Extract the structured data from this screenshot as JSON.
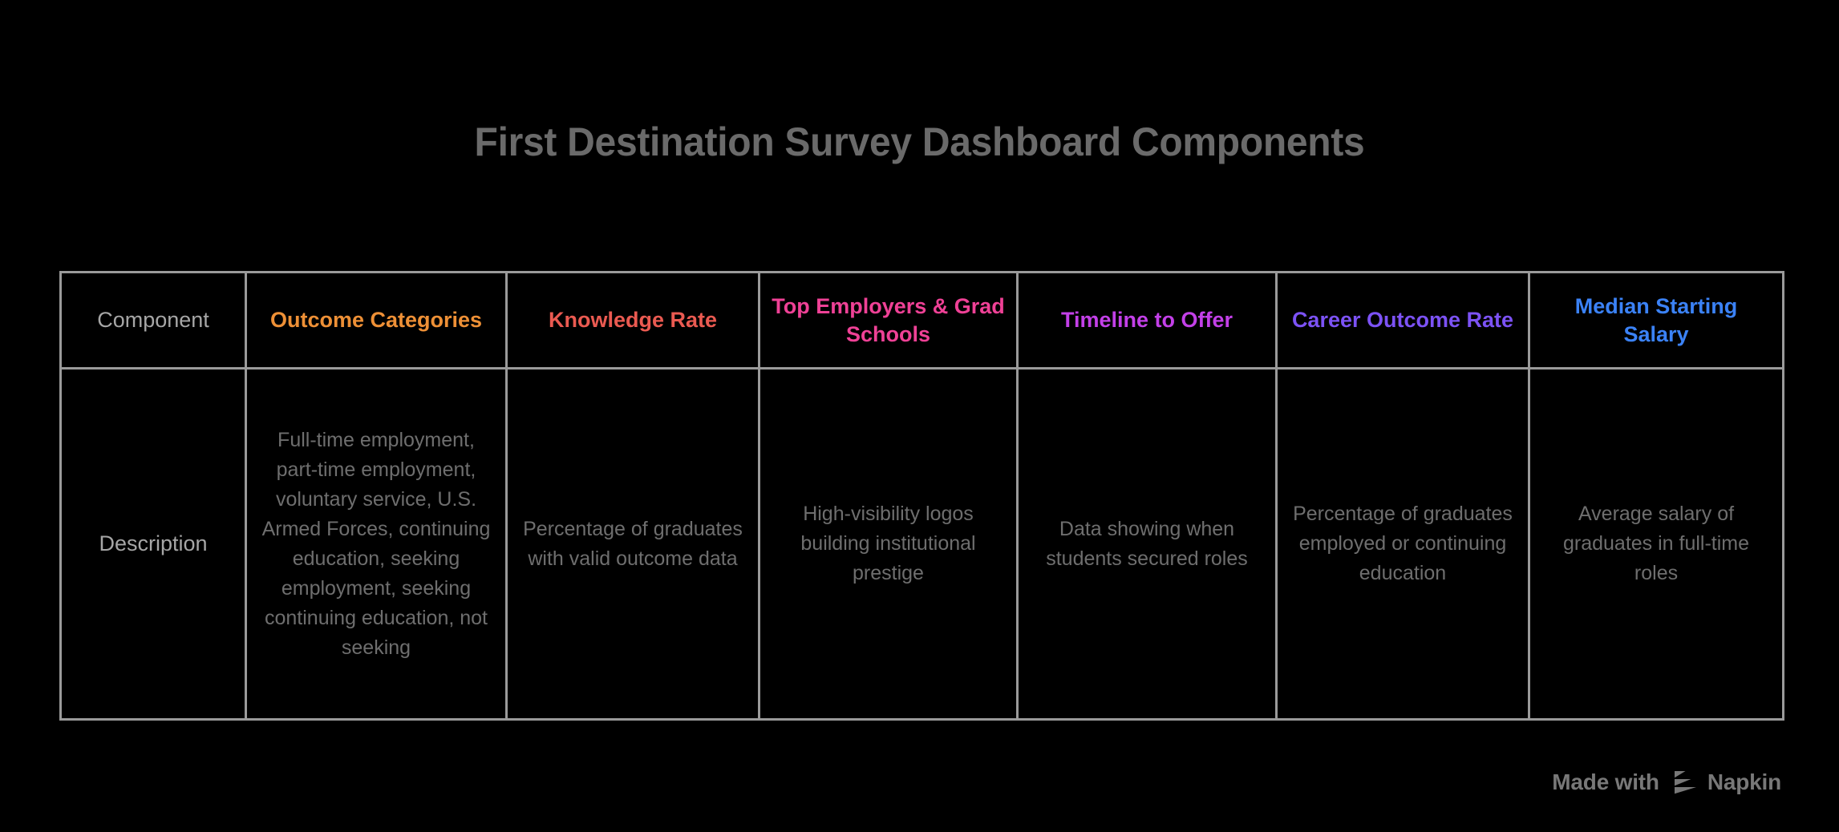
{
  "page": {
    "title": "First Destination Survey Dashboard Components",
    "background_color": "#000000",
    "title_color": "#6a6a6a",
    "border_color": "#9a9a9a",
    "description_text_color": "#6e6e6e",
    "row_label_color": "#a6a6a6"
  },
  "table": {
    "row_labels": {
      "header": "Component",
      "body": "Description"
    },
    "columns": [
      {
        "header": "Outcome Categories",
        "color": "#ee9036",
        "description": "Full-time employment, part-time employment, voluntary service, U.S. Armed Forces, continuing education, seeking employment, seeking continuing education, not seeking"
      },
      {
        "header": "Knowledge Rate",
        "color": "#ea5a51",
        "description": "Percentage of graduates with valid outcome data"
      },
      {
        "header": "Top Employers & Grad Schools",
        "color": "#ef4196",
        "description": "High-visibility logos building institutional prestige"
      },
      {
        "header": "Timeline to Offer",
        "color": "#c340e8",
        "description": "Data showing when students secured roles"
      },
      {
        "header": "Career Outcome Rate",
        "color": "#7c52f5",
        "description": "Percentage of graduates employed or continuing education"
      },
      {
        "header": "Median Starting Salary",
        "color": "#3b82f6",
        "description": "Average salary of graduates in full-time roles"
      }
    ]
  },
  "footer": {
    "made_with": "Made with",
    "brand": "Napkin",
    "logo_icon": "napkin-play-triangle-icon"
  }
}
